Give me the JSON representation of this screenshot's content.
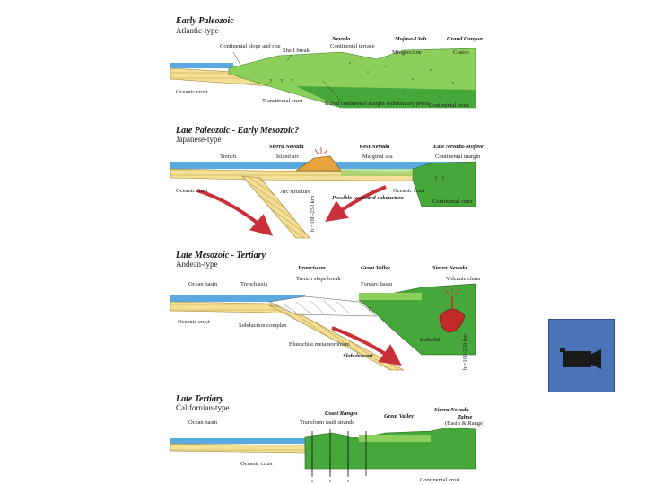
{
  "panels": [
    {
      "title": "Early Paleozoic",
      "subtitle": "Atlantic-type",
      "labels": {
        "continental_slope": "Continental slope and rise",
        "shelf_break": "Shelf break",
        "nevada": "Nevada",
        "continental_terrace": "Continental terrace",
        "mojave_utah": "Mojave-Utah",
        "miogeocline": "Miogeocline",
        "grand_canyon": "Grand Canyon",
        "craton": "Craton",
        "oceanic_crust": "Oceanic crust",
        "transitional_crust": "Transitional crust",
        "rifted_margin": "Rifted continental margin sedimentary prism",
        "continental_crust": "Continental crust",
        "q": "?"
      }
    },
    {
      "title": "Late Paleozoic - Early Mesozoic?",
      "subtitle": "Japanese-type",
      "labels": {
        "sierra_nevada": "Sierra Nevada",
        "west_nevada": "West Nevada",
        "east_nevada_mojave": "East Nevada-Mojave",
        "trench": "Trench",
        "island_arc": "Island arc",
        "marginal_sea": "Marginal sea",
        "continental_margin": "Continental margin",
        "oceanic_crust": "Oceanic crust",
        "arc_structure": "Arc structure",
        "possible_subduction": "Possible westward subduction",
        "oceanic_crust2": "Oceanic crust",
        "continental_crust": "Continental crust",
        "depth": "h ~100-250 km",
        "q": "?"
      }
    },
    {
      "title": "Late Mesozoic - Tertiary",
      "subtitle": "Andean-type",
      "labels": {
        "franciscan": "Franciscan",
        "great_valley": "Great Valley",
        "sierra_nevada": "Sierra Nevada",
        "ocean_basin": "Ocean basin",
        "trench_axis": "Trench axis",
        "trench_slope_break": "Trench slope break",
        "forearc_basin": "Forearc basin",
        "volcanic_chain": "Volcanic chain",
        "oceanic_crust": "Oceanic crust",
        "subduction_complex": "Subduction complex",
        "blueschist": "Blueschist metamorphism",
        "slab_descent": "Slab descent",
        "batholith": "Batholith",
        "depth": "h ~100-250 km",
        "q": "?"
      }
    },
    {
      "title": "Late Tertiary",
      "subtitle": "Californian-type",
      "labels": {
        "coast_ranges": "Coast Ranges",
        "sierra_nevada": "Sierra Nevada",
        "great_valley": "Great Valley",
        "tahoe": "Tahoe",
        "basin_range": "(Basin & Range)",
        "ocean_basin": "Ocean basin",
        "transform_fault": "Transform fault strands",
        "oceanic_crust": "Oceanic crust",
        "continental_crust": "Continental crust"
      }
    }
  ],
  "colors": {
    "ocean": "#5aa9e0",
    "green_light": "#8ccf5a",
    "green_dark": "#46a83a",
    "crust_yellow": "#f3df95",
    "arrow_red": "#c9303a",
    "button_blue": "#4a73b8"
  },
  "camera_icon": "video-camera-icon"
}
